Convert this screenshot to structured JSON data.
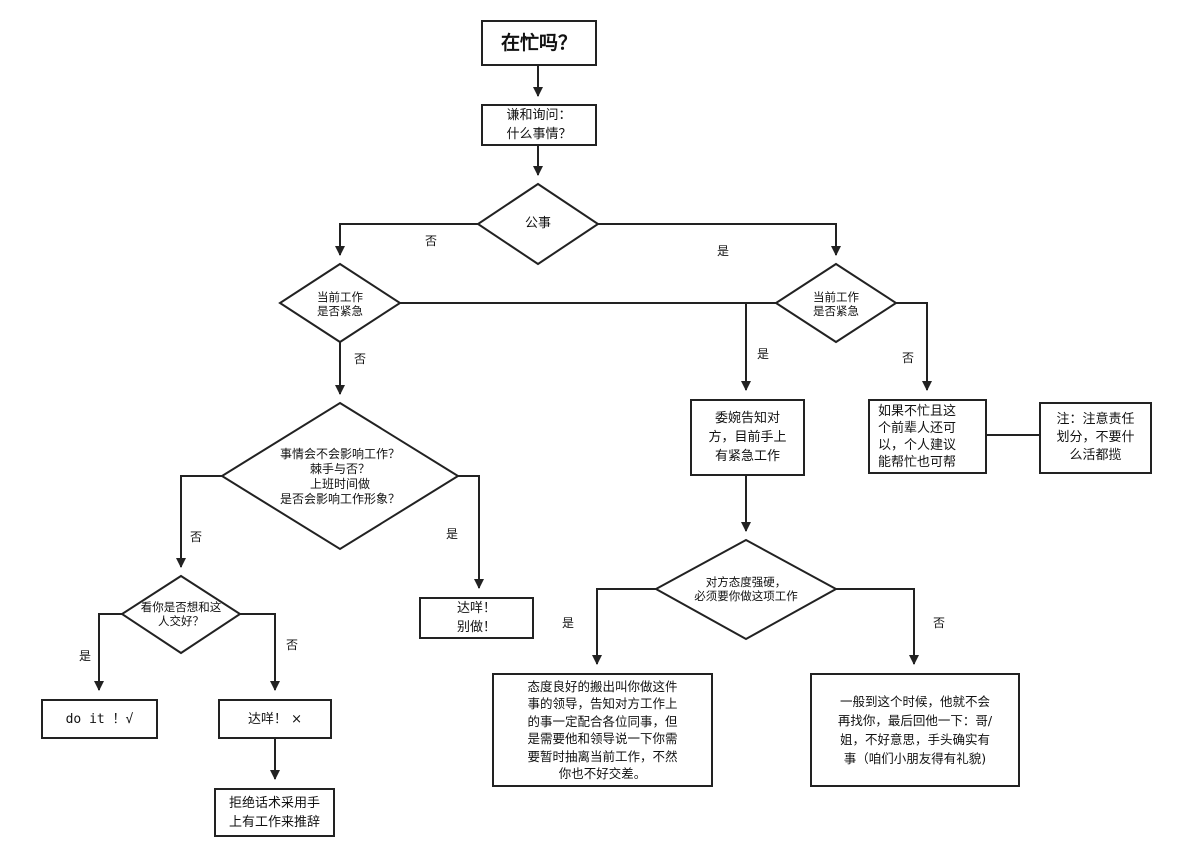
{
  "nodes": {
    "start": "在忙吗？",
    "ask": "谦和询问：\n什么事情？",
    "d_public": "公事",
    "d_urgent_left": "当前工作\n是否紧急",
    "d_urgent_right": "当前工作\n是否紧急",
    "d_affect": "事情会不会影响工作？\n棘手与否？\n上班时间做\n是否会影响工作形象？",
    "d_befriend": "看你是否想和这\n人交好？",
    "doit": "do it ！√",
    "refuse_x": "达咩！ ×",
    "refuse_do": "达咩！\n别做！",
    "excuse": "拒绝话术采用手\n上有工作来推辞",
    "tactful": "委婉告知对\n方，目前手上\n有紧急工作",
    "d_insist": "对方态度强硬，\n必须要你做这项工作",
    "polite_reply": "态度良好的搬出叫你做这件\n事的领导，告知对方工作上\n的事一定配合各位同事，但\n是需要他和领导说一下你需\n要暂时抽离当前工作，不然\n你也不好交差。",
    "no_more": "一般到这个时候，他就不会\n再找你，最后回他一下：哥/\n姐，不好意思，手头确实有\n事（咱们小朋友得有礼貌)",
    "help_senior": "如果不忙且这\n个前辈人还可\n以，个人建议\n能帮忙也可帮",
    "note": "注：注意责任\n划分，不要什\n么活都揽"
  },
  "edge_labels": {
    "public_no": "否",
    "public_yes": "是",
    "urgent_left_no": "否",
    "urgent_right_yes": "是",
    "urgent_right_no": "否",
    "affect_no": "否",
    "affect_yes": "是",
    "befriend_yes": "是",
    "befriend_no": "否",
    "insist_yes": "是",
    "insist_no": "否"
  },
  "colors": {
    "stroke": "#222222",
    "background": "#ffffff",
    "text": "#111111"
  }
}
